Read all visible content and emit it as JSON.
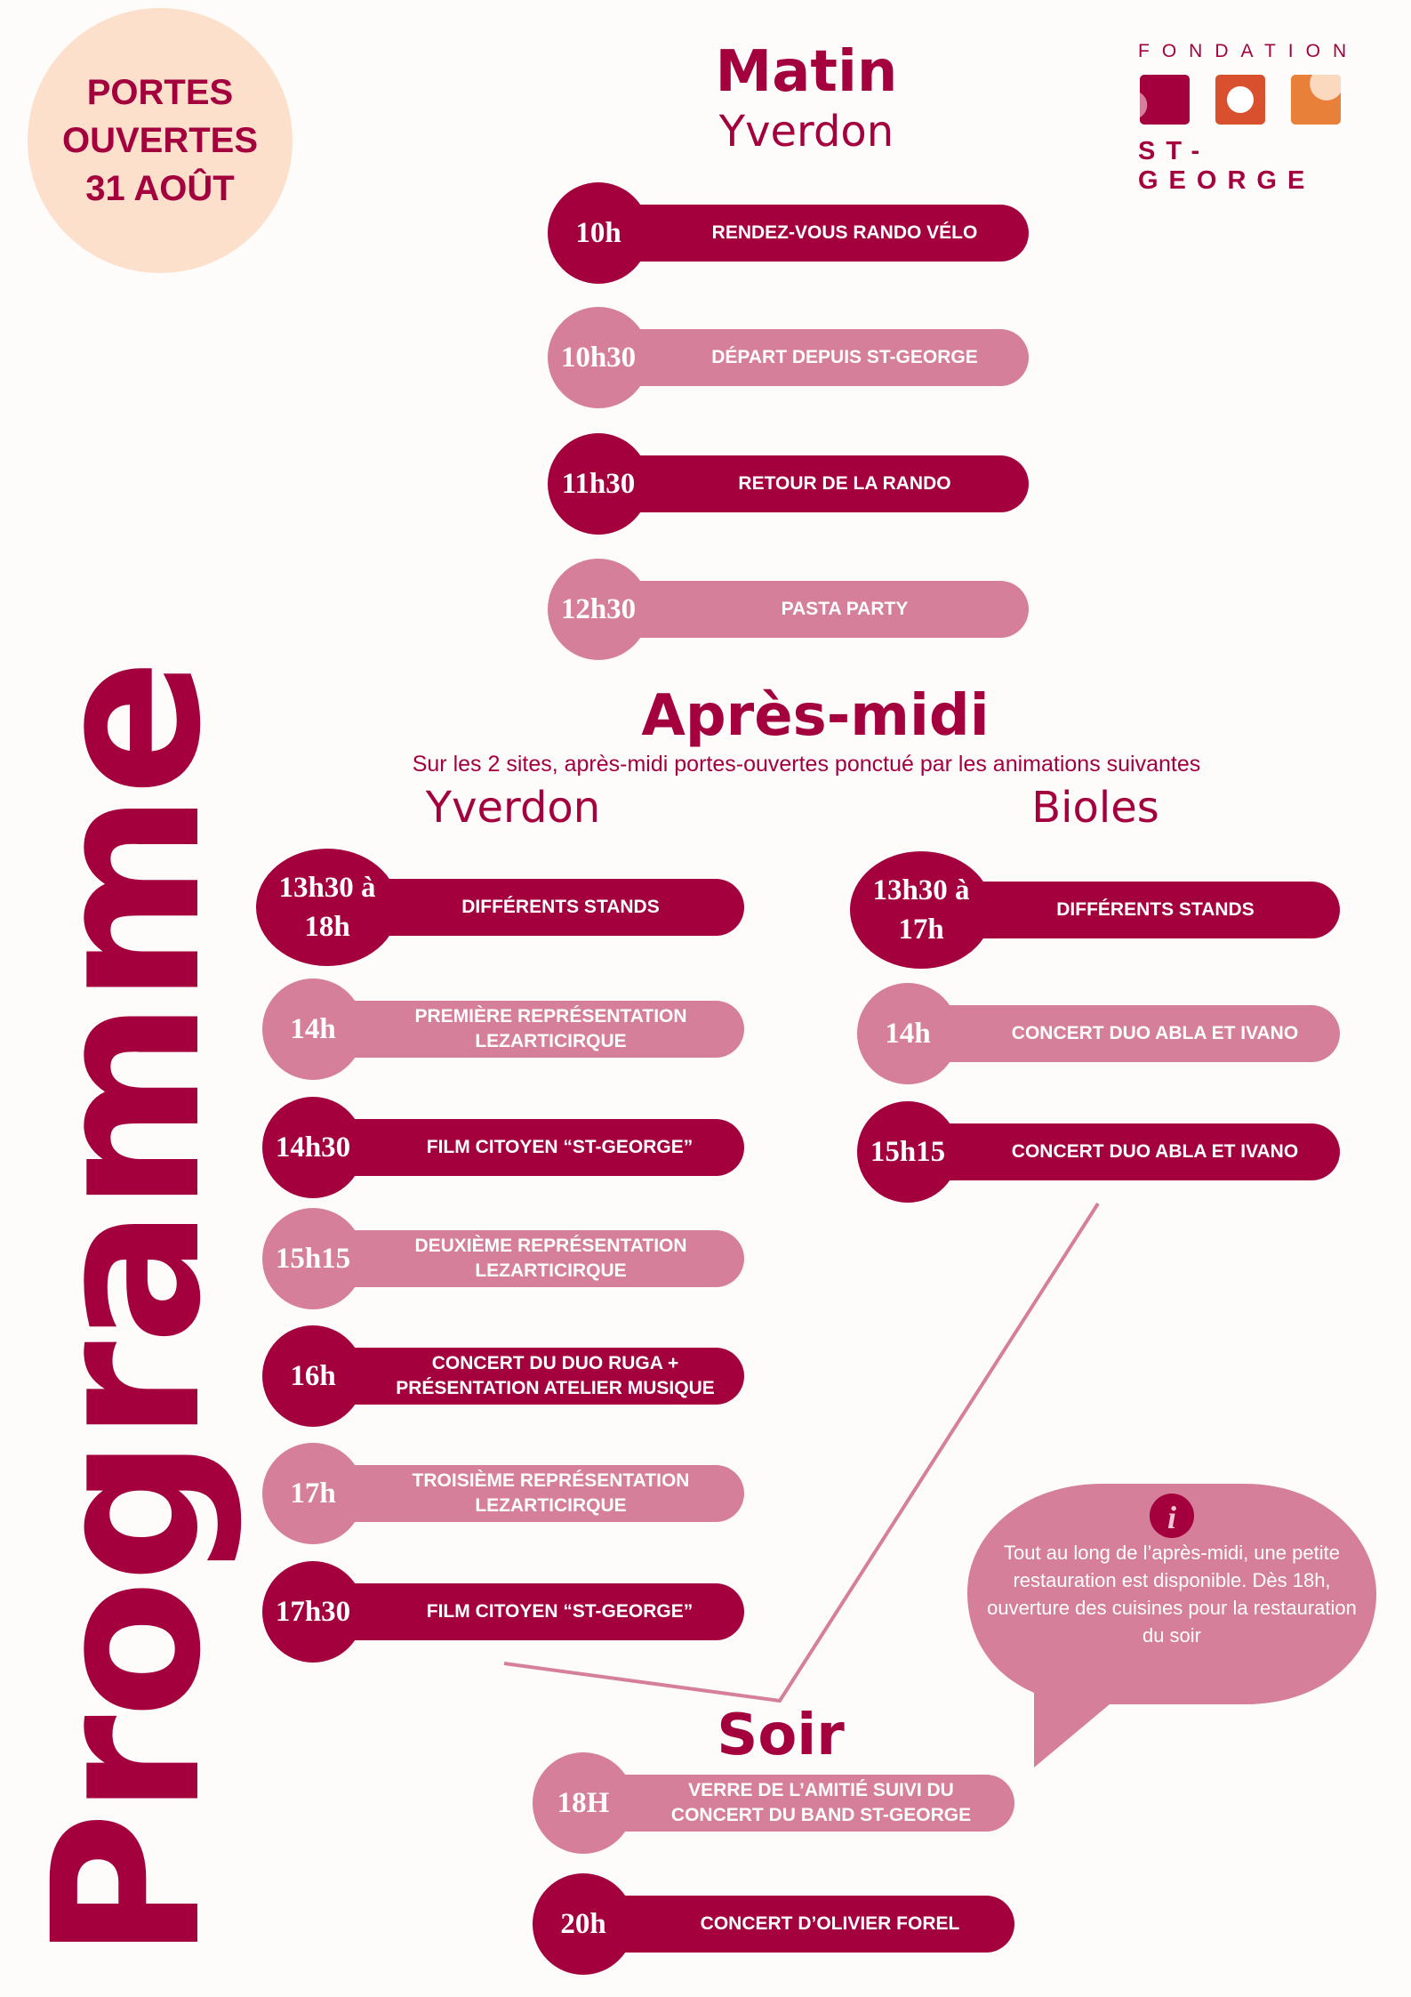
{
  "badge": {
    "line1": "PORTES",
    "line2": "OUVERTES",
    "line3": "31 AOÛT"
  },
  "vertical_title": "Programme",
  "logo": {
    "top": "FONDATION",
    "bottom": "ST-GEORGE"
  },
  "colors": {
    "dark": "#a3003d",
    "pink": "#d67f9a",
    "peach": "#fde0cc",
    "background": "#fdfcfb"
  },
  "matin": {
    "title": "Matin",
    "location": "Yverdon",
    "items": [
      {
        "time": "10h",
        "label": "RENDEZ-VOUS RANDO VÉLO"
      },
      {
        "time": "10h30",
        "label": "DÉPART DEPUIS ST-GEORGE"
      },
      {
        "time": "11h30",
        "label": "RETOUR DE LA RANDO"
      },
      {
        "time": "12h30",
        "label": "PASTA PARTY"
      }
    ]
  },
  "apres_midi": {
    "title": "Après-midi",
    "subtitle": "Sur les 2 sites, après-midi portes-ouvertes ponctué par les animations suivantes",
    "yverdon": {
      "location": "Yverdon",
      "items": [
        {
          "time": "13h30 à 18h",
          "label": "DIFFÉRENTS STANDS"
        },
        {
          "time": "14h",
          "label": "PREMIÈRE REPRÉSENTATION LEZARTICIRQUE"
        },
        {
          "time": "14h30",
          "label": "FILM CITOYEN “ST-GEORGE”"
        },
        {
          "time": "15h15",
          "label": "DEUXIÈME REPRÉSENTATION LEZARTICIRQUE"
        },
        {
          "time": "16h",
          "label": "CONCERT DU DUO RUGA + PRÉSENTATION ATELIER MUSIQUE"
        },
        {
          "time": "17h",
          "label": "TROISIÈME REPRÉSENTATION LEZARTICIRQUE"
        },
        {
          "time": "17h30",
          "label": "FILM CITOYEN “ST-GEORGE”"
        }
      ]
    },
    "bioles": {
      "location": "Bioles",
      "items": [
        {
          "time": "13h30 à 17h",
          "label": "DIFFÉRENTS STANDS"
        },
        {
          "time": "14h",
          "label": "CONCERT DUO ABLA ET IVANO"
        },
        {
          "time": "15h15",
          "label": "CONCERT DUO ABLA ET IVANO"
        }
      ]
    }
  },
  "info": {
    "icon": "info-icon",
    "text": "Tout au long de l’après-midi, une petite restauration est disponible. Dès 18h, ouverture des cuisines pour la restauration du soir"
  },
  "soir": {
    "title": "Soir",
    "items": [
      {
        "time": "18H",
        "label": "VERRE DE L’AMITIÉ SUIVI DU CONCERT DU BAND ST-GEORGE"
      },
      {
        "time": "20h",
        "label": "CONCERT D’OLIVIER FOREL"
      }
    ]
  }
}
